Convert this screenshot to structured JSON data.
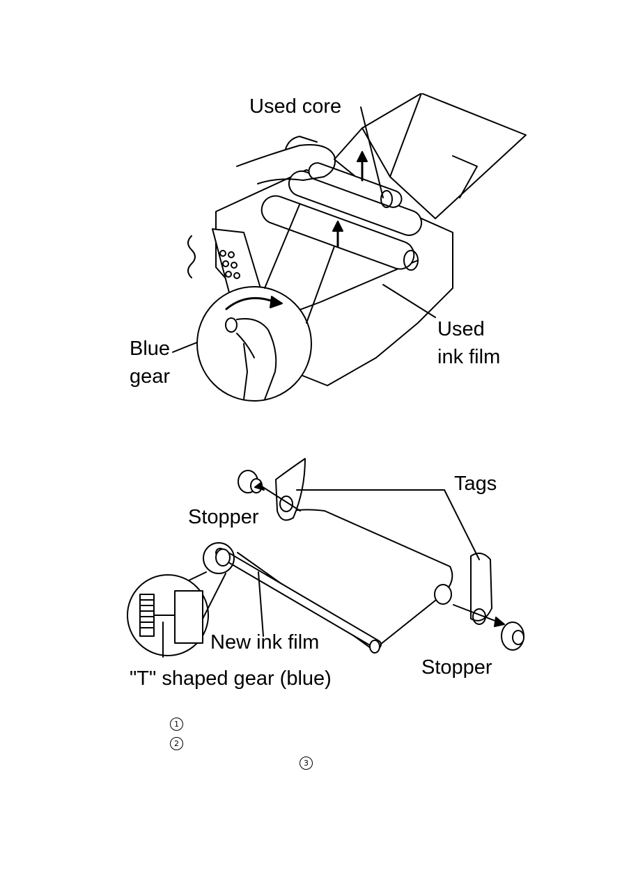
{
  "figure1": {
    "labels": {
      "used_core": "Used core",
      "used_ink_film_line1": "Used",
      "used_ink_film_line2": "ink film",
      "blue_gear_line1": "Blue",
      "blue_gear_line2": "gear"
    }
  },
  "figure2": {
    "labels": {
      "tags": "Tags",
      "stopper_left": "Stopper",
      "stopper_right": "Stopper",
      "new_ink_film": "New ink film",
      "t_gear": "\"T\" shaped gear (blue)"
    }
  },
  "steps": [
    "1",
    "2",
    "3"
  ]
}
